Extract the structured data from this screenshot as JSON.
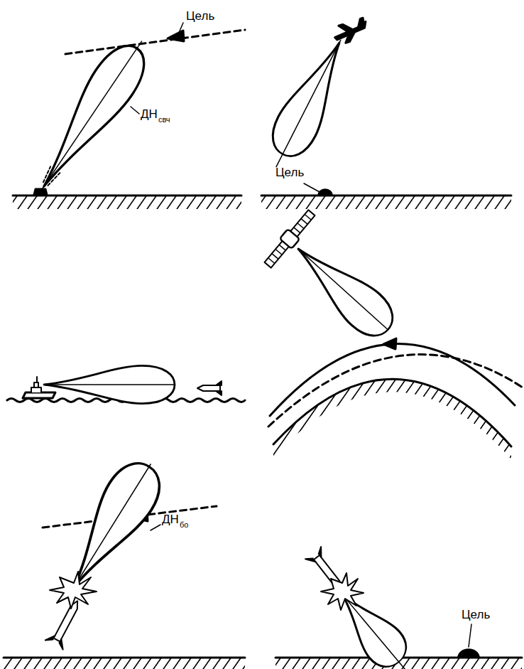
{
  "diagram": {
    "labels": [
      "Цель",
      "ДН",
      "свч",
      "Цель",
      "ДН",
      "бо",
      "Цель"
    ]
  }
}
